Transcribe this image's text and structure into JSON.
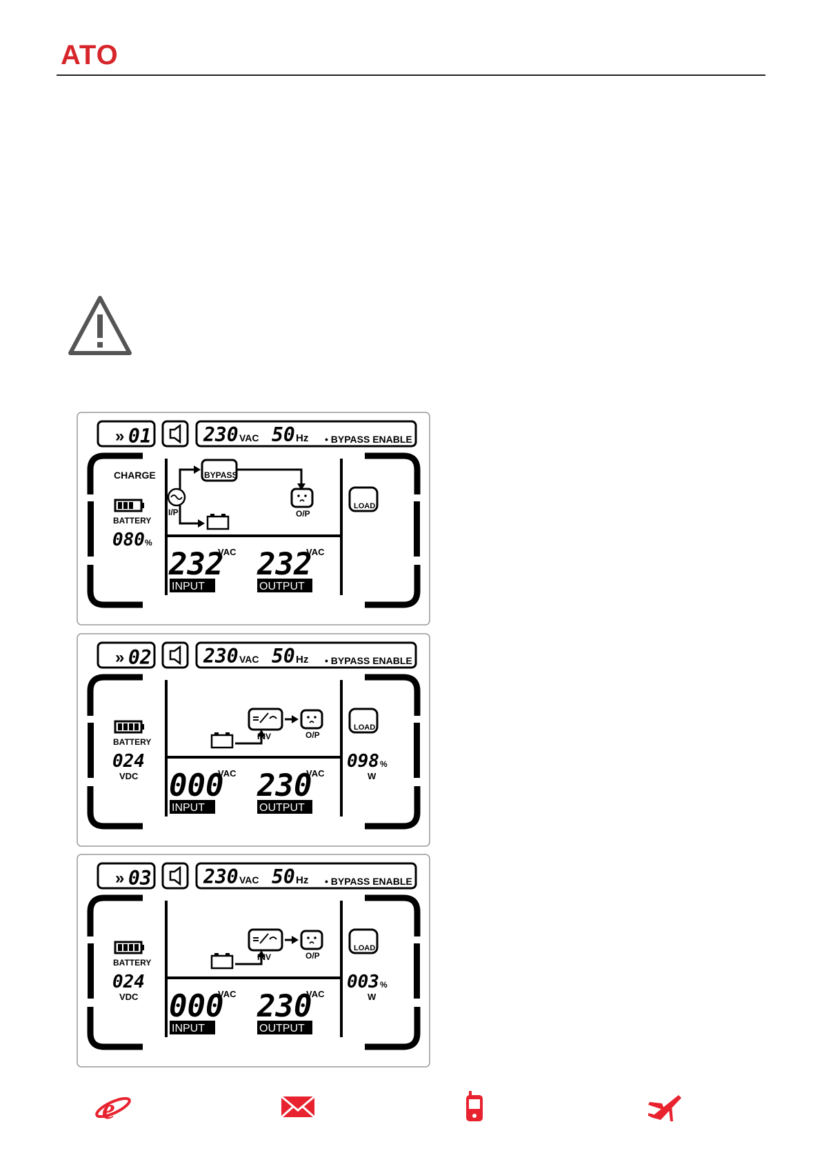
{
  "brand": {
    "logo": "ATO",
    "color": "#d7262b"
  },
  "icons": {
    "warning": "warning-triangle-icon",
    "web": "internet-explorer-icon",
    "mail": "envelope-icon",
    "phone": "mobile-phone-icon",
    "plane": "airplane-icon"
  },
  "panels": [
    {
      "mode": "01",
      "top_voltage": "230",
      "top_voltage_unit": "VAC",
      "freq": "50",
      "freq_unit": "Hz",
      "bypass": "• BYPASS ENABLE",
      "charge": "CHARGE",
      "battery_label": "BATTERY",
      "battery_value": "080",
      "battery_unit": "%",
      "battery_sub": "",
      "flow_bypass": "BYPASS",
      "ip_label": "I/P",
      "inv_label": "",
      "op_label": "O/P",
      "load_label": "LOAD",
      "load_value": "",
      "load_unit": "",
      "load_sub": "",
      "input_value": "232",
      "input_unit": "VAC",
      "input_label": "INPUT",
      "output_value": "232",
      "output_unit": "VAC",
      "output_label": "OUTPUT"
    },
    {
      "mode": "02",
      "top_voltage": "230",
      "top_voltage_unit": "VAC",
      "freq": "50",
      "freq_unit": "Hz",
      "bypass": "• BYPASS ENABLE",
      "charge": "",
      "battery_label": "BATTERY",
      "battery_value": "024",
      "battery_unit": "",
      "battery_sub": "VDC",
      "flow_bypass": "",
      "ip_label": "",
      "inv_label": "INV",
      "op_label": "O/P",
      "load_label": "LOAD",
      "load_value": "098",
      "load_unit": "%",
      "load_sub": "W",
      "input_value": "000",
      "input_unit": "VAC",
      "input_label": "INPUT",
      "output_value": "230",
      "output_unit": "VAC",
      "output_label": "OUTPUT"
    },
    {
      "mode": "03",
      "top_voltage": "230",
      "top_voltage_unit": "VAC",
      "freq": "50",
      "freq_unit": "Hz",
      "bypass": "• BYPASS ENABLE",
      "charge": "",
      "battery_label": "BATTERY",
      "battery_value": "024",
      "battery_unit": "",
      "battery_sub": "VDC",
      "flow_bypass": "",
      "ip_label": "",
      "inv_label": "INV",
      "op_label": "O/P",
      "load_label": "LOAD",
      "load_value": "003",
      "load_unit": "%",
      "load_sub": "W",
      "input_value": "000",
      "input_unit": "VAC",
      "input_label": "INPUT",
      "output_value": "230",
      "output_unit": "VAC",
      "output_label": "OUTPUT"
    }
  ]
}
